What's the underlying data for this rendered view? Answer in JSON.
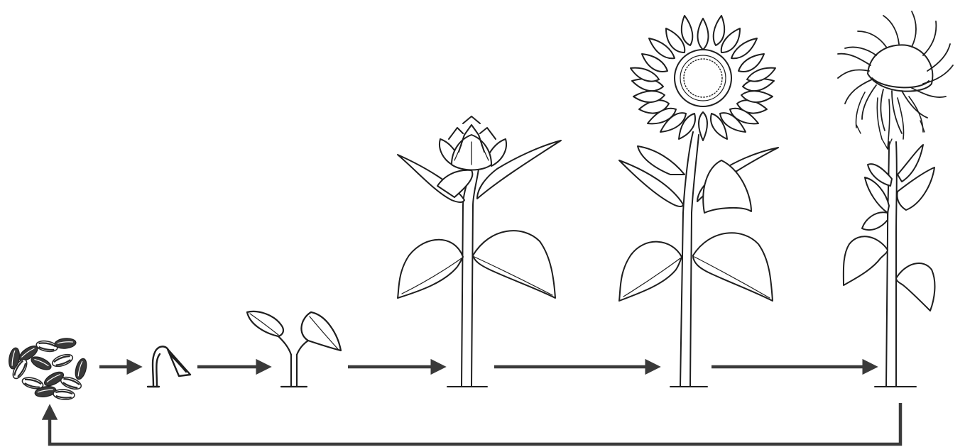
{
  "diagram": {
    "kind": "life-cycle",
    "subject": "sunflower",
    "line_color": "#2a2a2a",
    "arrow_color": "#3a3a3a",
    "stages": [
      {
        "id": "seeds",
        "icon": "sunflower-seeds-icon"
      },
      {
        "id": "germination",
        "icon": "germinating-seed-icon"
      },
      {
        "id": "seedling",
        "icon": "seedling-icon"
      },
      {
        "id": "budding-plant",
        "icon": "budding-sunflower-icon"
      },
      {
        "id": "flowering-plant",
        "icon": "blooming-sunflower-icon"
      },
      {
        "id": "wilting-plant",
        "icon": "wilted-sunflower-icon"
      }
    ],
    "arrows": [
      {
        "from": "seeds",
        "to": "germination"
      },
      {
        "from": "germination",
        "to": "seedling"
      },
      {
        "from": "seedling",
        "to": "budding-plant"
      },
      {
        "from": "budding-plant",
        "to": "flowering-plant"
      },
      {
        "from": "flowering-plant",
        "to": "wilting-plant"
      },
      {
        "from": "wilting-plant",
        "to": "seeds",
        "style": "return-loop"
      }
    ]
  }
}
